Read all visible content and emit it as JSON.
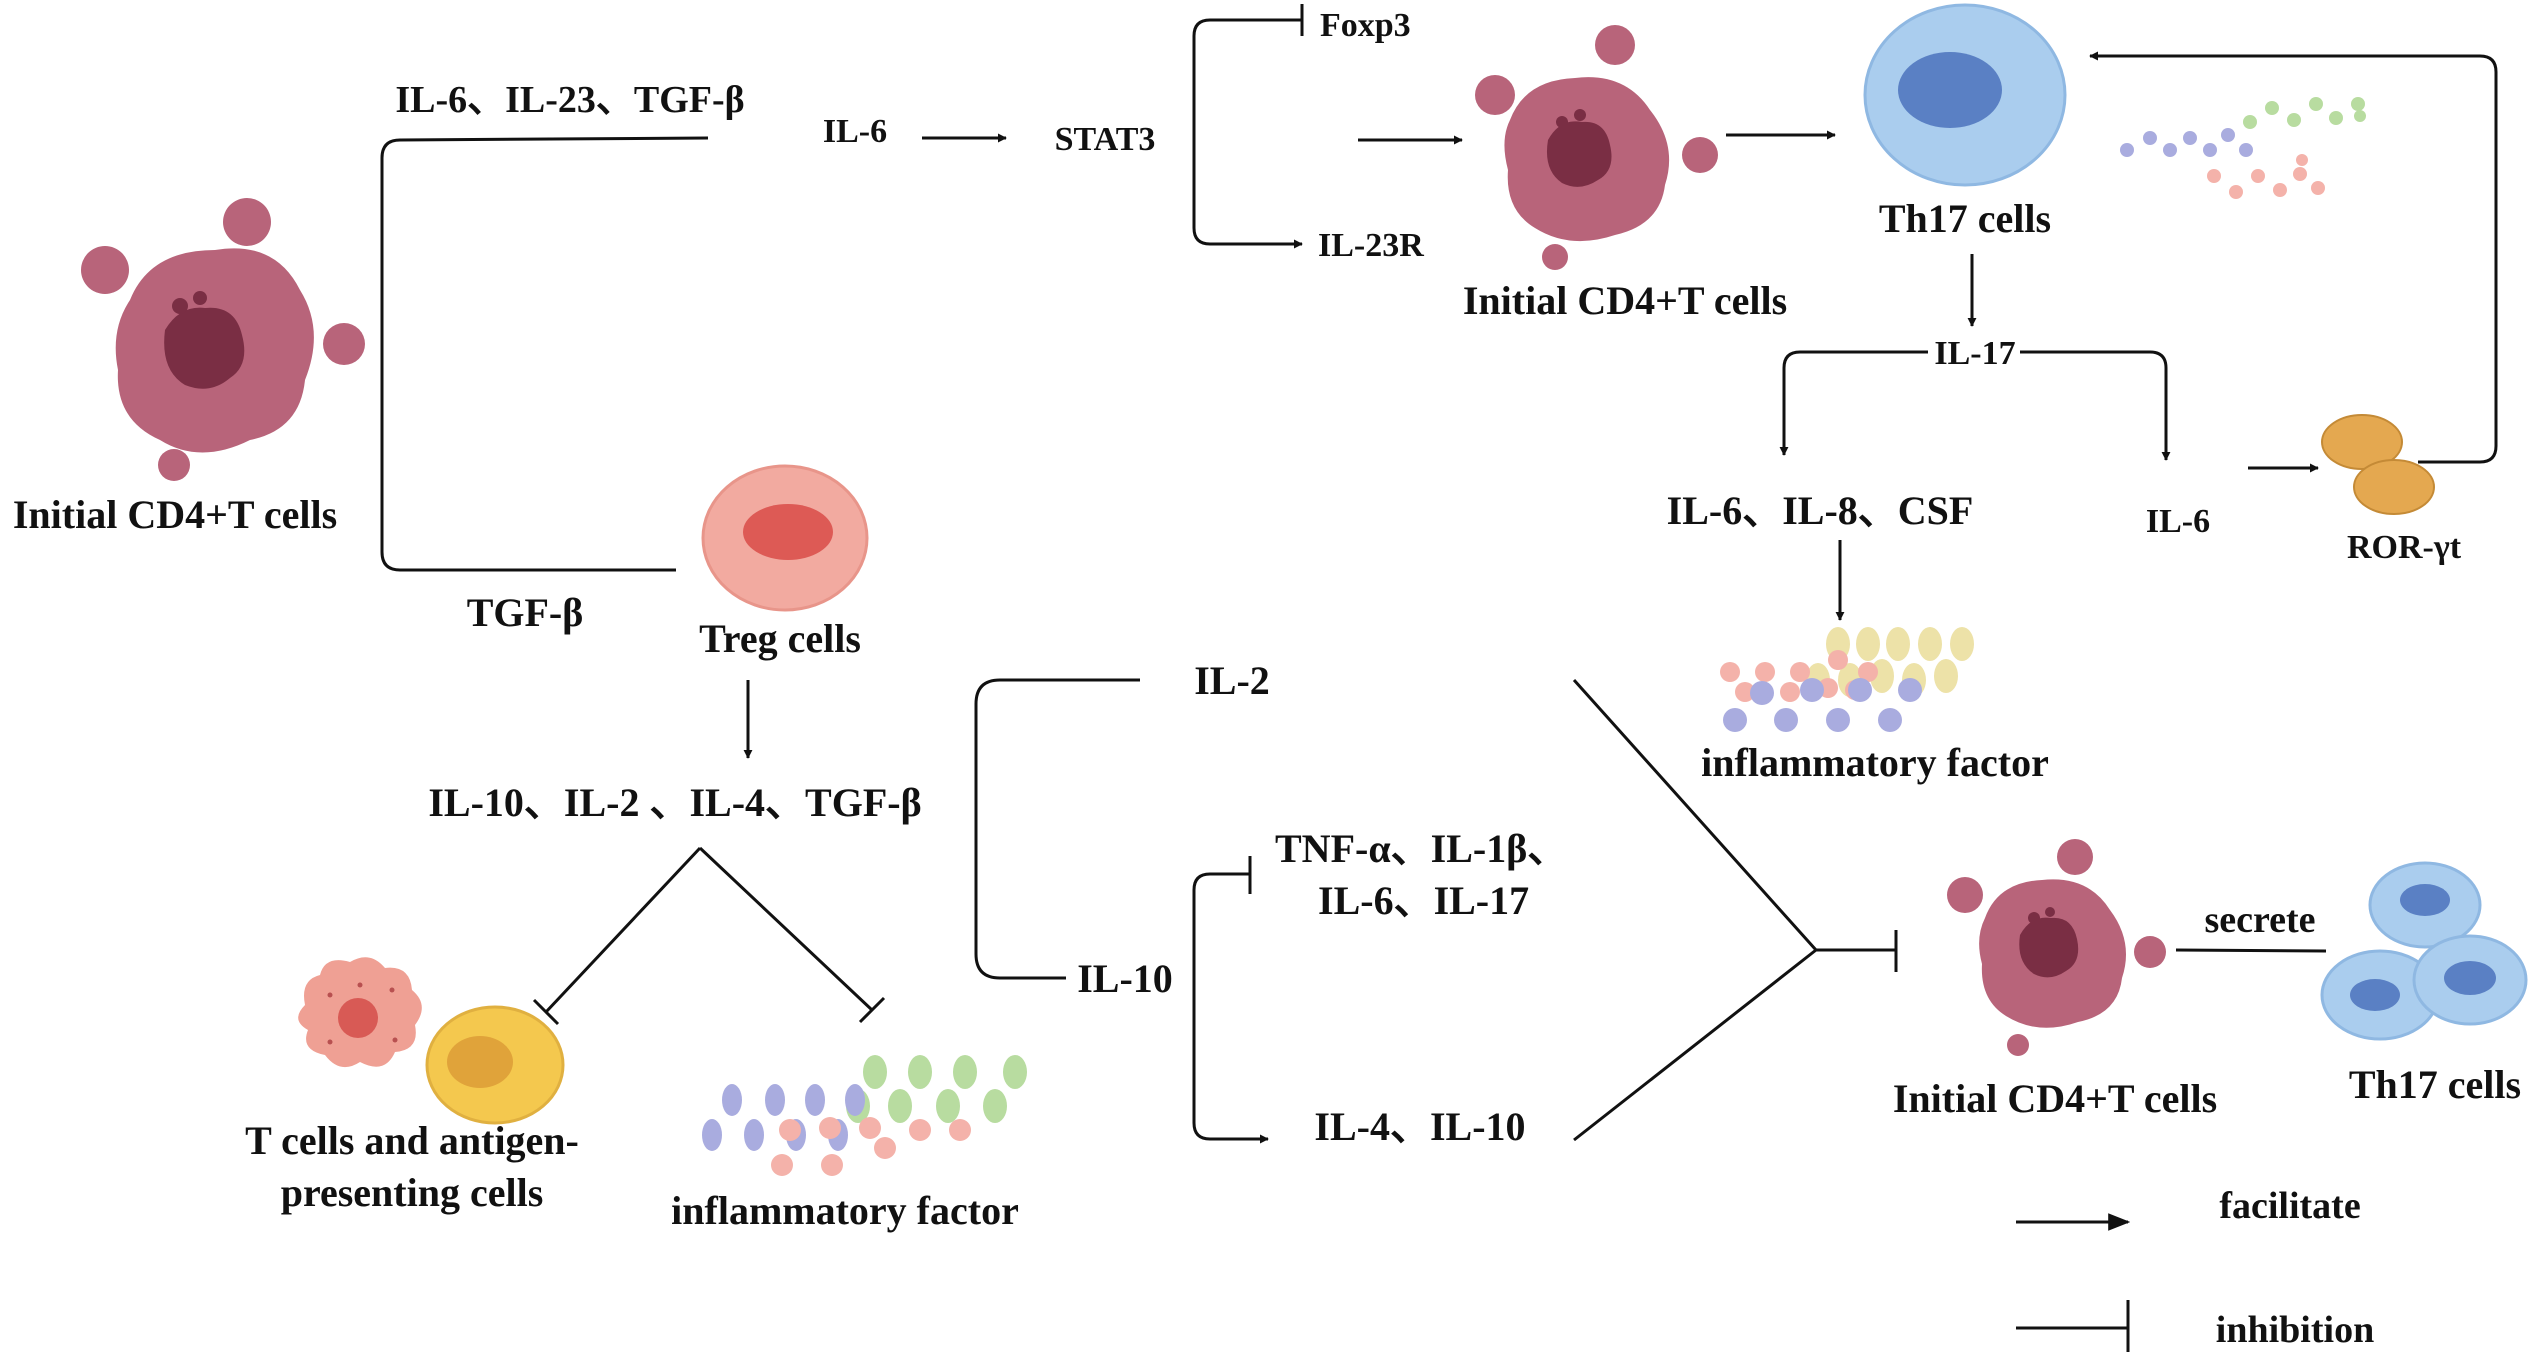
{
  "labels": {
    "initial_cd4_left": "Initial CD4+T cells",
    "il6_il23_tgfb": "IL-6、IL-23、TGF-β",
    "il6_top": "IL-6",
    "stat3": "STAT3",
    "foxp3": "Foxp3",
    "il23r": "IL-23R",
    "initial_cd4_top": "Initial CD4+T cells",
    "th17_top": "Th17 cells",
    "il17": "IL-17",
    "il6_il8_csf": "IL-6、IL-8、CSF",
    "il6_right": "IL-6",
    "ror_gt": "ROR-γt",
    "inflammatory_top": "inflammatory factor",
    "tgfb_left": "TGF-β",
    "treg_cells": "Treg cells",
    "il10_il2_il4_tgfb": "IL-10、IL-2 、IL-4、TGF-β",
    "t_cells_apc_line1": "T cells and antigen-",
    "t_cells_apc_line2": "presenting cells",
    "inflammatory_bottom": "inflammatory factor",
    "il2": "IL-2",
    "il10": "IL-10",
    "tnf_line1": "TNF-α、IL-1β、",
    "tnf_line2": "IL-6、IL-17",
    "il4_il10": "IL-4、IL-10",
    "initial_cd4_bottom": "Initial CD4+T cells",
    "secrete": "secrete",
    "th17_bottom": "Th17 cells",
    "legend_facilitate": "facilitate",
    "legend_inhibition": "inhibition"
  },
  "colors": {
    "cd4_cell": "#b8647a",
    "cd4_nucleus": "#7a2e44",
    "th17_cell": "#aacdee",
    "th17_nucleus": "#5a80c4",
    "treg_cell": "#f2aaa0",
    "treg_nucleus": "#dd5a55",
    "ror_gt": "#e4a850",
    "apc_cell": "#efa094",
    "t_cell_yellow": "#f4c84e",
    "dot_blue": "#a9acdf",
    "dot_green": "#b8dca0",
    "dot_pink": "#f4b2aa",
    "dot_yellow": "#ede2a8"
  }
}
